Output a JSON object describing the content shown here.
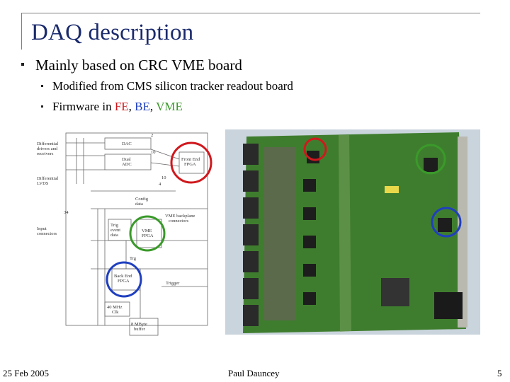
{
  "slide": {
    "title": "DAQ description",
    "bullet_main": "Mainly based on CRC VME board",
    "sub_bullet_1": "Modified from CMS silicon tracker readout board",
    "sub_bullet_2": {
      "prefix": "Firmware in ",
      "fe": "FE",
      "sep1": ", ",
      "be": "BE",
      "sep2": ", ",
      "vme": "VME"
    }
  },
  "schematic": {
    "labels": {
      "dac": "DAC",
      "dual_adc": "Dual",
      "adc": "ADC",
      "front_end": "Front End",
      "fpga": "FPGA",
      "diff_drivers": "Differential",
      "diff_drivers2": "drivers and",
      "diff_drivers3": "receivers",
      "diff_lvds": "Differential",
      "lvds": "LVDS",
      "config": "Config",
      "config2": "data",
      "vme_backplane": "VME backplane",
      "connectors": "connectors",
      "input": "Input",
      "input2": "connectors",
      "event": "Trig",
      "event2": "event",
      "event3": "data",
      "vme": "VME",
      "vme_fpga": "FPGA",
      "trg": "Trg",
      "back_end": "Back End",
      "be_fpga": "FPGA",
      "trigger": "Trigger",
      "clk": "40 MHz",
      "clk2": "Clk",
      "buffer": "8 MByte",
      "buffer2": "buffer",
      "n2": "2",
      "n10a": "10",
      "n10b": "10",
      "n4": "4",
      "n34": "34"
    }
  },
  "colors": {
    "fe": "#d0181d",
    "be": "#1f3fbf",
    "vme": "#3a9a2a",
    "title": "#1a2a6c"
  },
  "footer": {
    "date": "25 Feb 2005",
    "author": "Paul Dauncey",
    "page": "5"
  }
}
